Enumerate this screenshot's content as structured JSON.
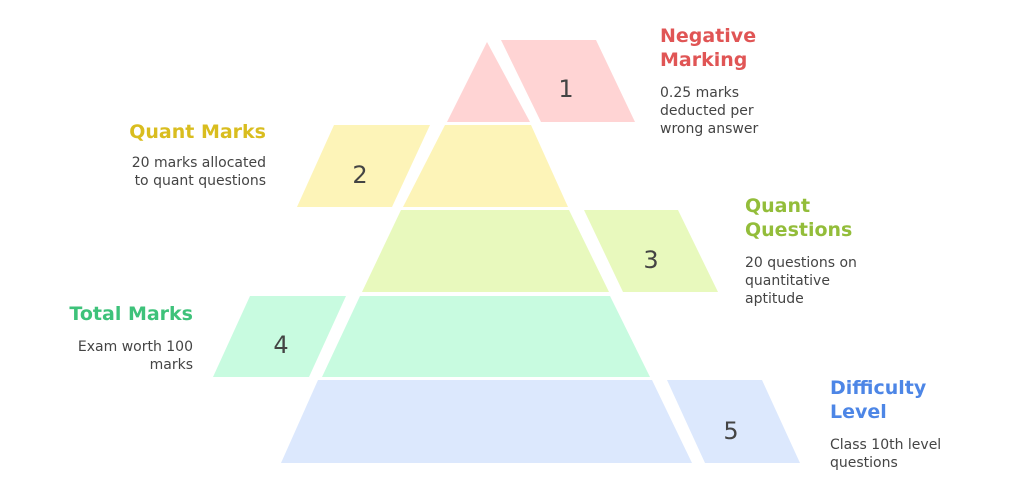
{
  "levels": [
    {
      "number": "1",
      "title": "Negative Marking",
      "description": "0.25 marks deducted per wrong answer",
      "color": "#ffd4d4",
      "title_color": "#e05555"
    },
    {
      "number": "2",
      "title": "Quant Marks",
      "description": "20 marks allocated to quant questions",
      "color": "#fdf4b8",
      "title_color": "#d9bd1f"
    },
    {
      "number": "3",
      "title": "Quant Questions",
      "description": "20 questions on quantitative aptitude",
      "color": "#e8f9bd",
      "title_color": "#93bd3a"
    },
    {
      "number": "4",
      "title": "Total Marks",
      "description": "Exam worth 100 marks",
      "color": "#c8fbe0",
      "title_color": "#3ec27a"
    },
    {
      "number": "5",
      "title": "Difficulty Level",
      "description": "Class 10th level questions",
      "color": "#dce8fd",
      "title_color": "#4d86e6"
    }
  ]
}
